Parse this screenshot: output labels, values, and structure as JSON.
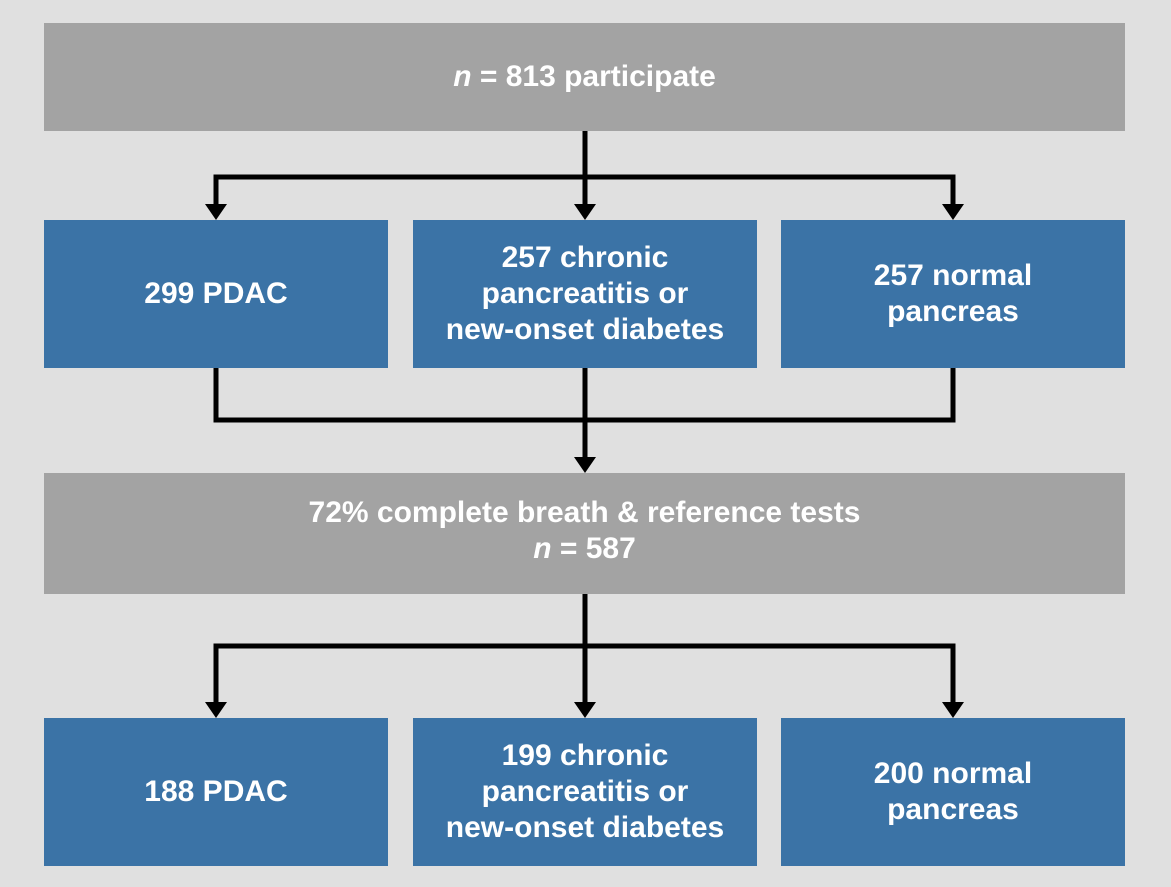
{
  "colors": {
    "background": "#e0e0e0",
    "gray_box": "#a3a3a3",
    "blue_box": "#3b73a6",
    "connector": "#000000",
    "text": "#ffffff"
  },
  "top": {
    "n_symbol": "n",
    "text": " = 813 participate"
  },
  "row1": [
    {
      "lines": [
        "299 PDAC"
      ]
    },
    {
      "lines": [
        "257 chronic",
        "pancreatitis or",
        "new-onset diabetes"
      ]
    },
    {
      "lines": [
        "257 normal",
        "pancreas"
      ]
    }
  ],
  "middle": {
    "line1": "72% complete breath & reference tests",
    "n_symbol": "n",
    "line2": " = 587"
  },
  "row2": [
    {
      "lines": [
        "188 PDAC"
      ]
    },
    {
      "lines": [
        "199 chronic",
        "pancreatitis or",
        "new-onset diabetes"
      ]
    },
    {
      "lines": [
        "200 normal",
        "pancreas"
      ]
    }
  ]
}
